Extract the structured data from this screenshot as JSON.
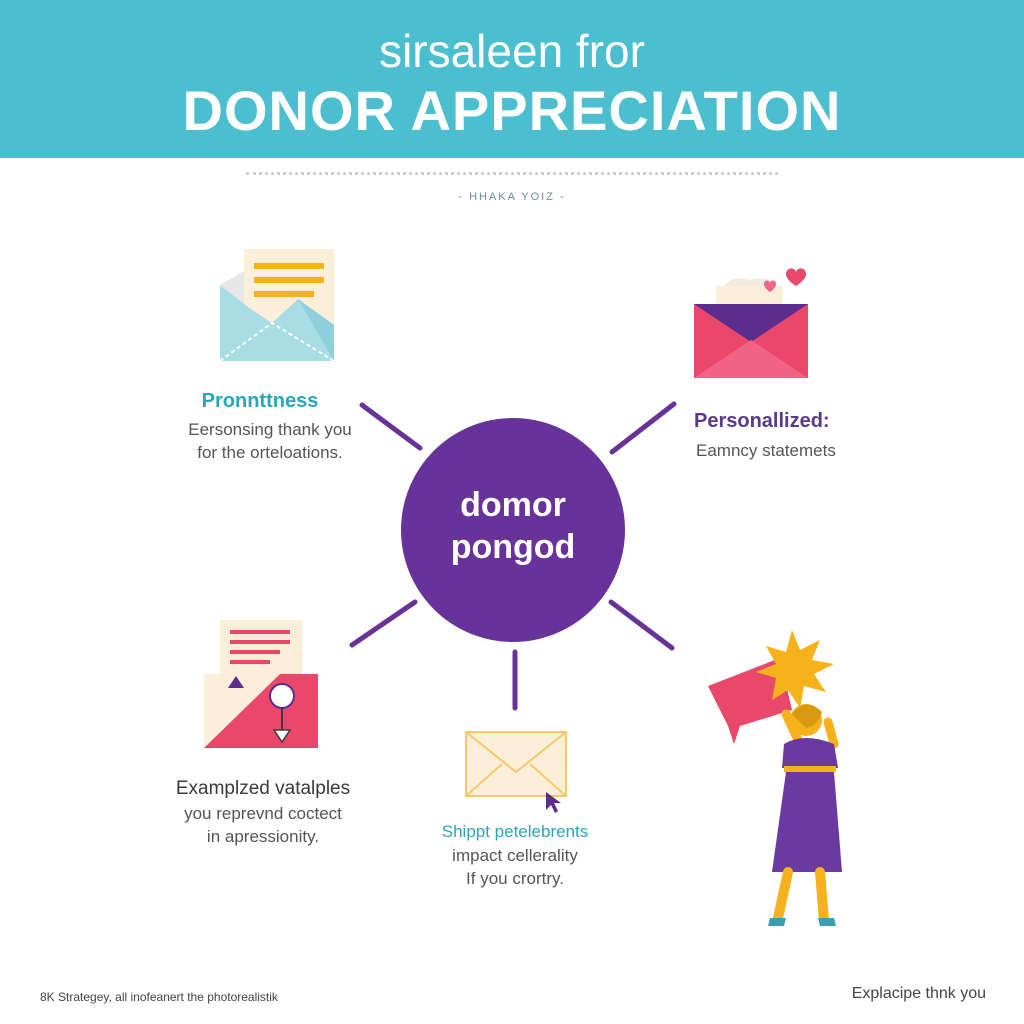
{
  "header": {
    "subtitle": "sirsaleen fror",
    "title": "DONOR APPRECIATION"
  },
  "tagline": "- HHAKA YOIZ -",
  "hub": {
    "line1": "domor",
    "line2": "pongod"
  },
  "nodes": {
    "top_left": {
      "title": "Pronnttness",
      "desc1": "Eersonsing thank you",
      "desc2": "for the orteloations."
    },
    "top_right": {
      "title": "Personallized:",
      "desc1": "Eamncy statemets"
    },
    "bottom_left": {
      "title": "Examplzed vatalples",
      "desc1": "you reprevnd coctect",
      "desc2": "in apressionity."
    },
    "bottom_center": {
      "title": "Shippt petelebrents",
      "desc1": "impact cellerality",
      "desc2": "If you crortry."
    }
  },
  "footer": {
    "left": "8K Strategey, all inofeanert the photorealistik",
    "right": "Explacipe thnk you"
  },
  "colors": {
    "header": "#4bbfcf",
    "hub": "#67339a",
    "teal_title": "#2aa7b5",
    "purple_title": "#5a3a8a",
    "pink": "#e9486b",
    "yellow": "#f5b21b"
  }
}
